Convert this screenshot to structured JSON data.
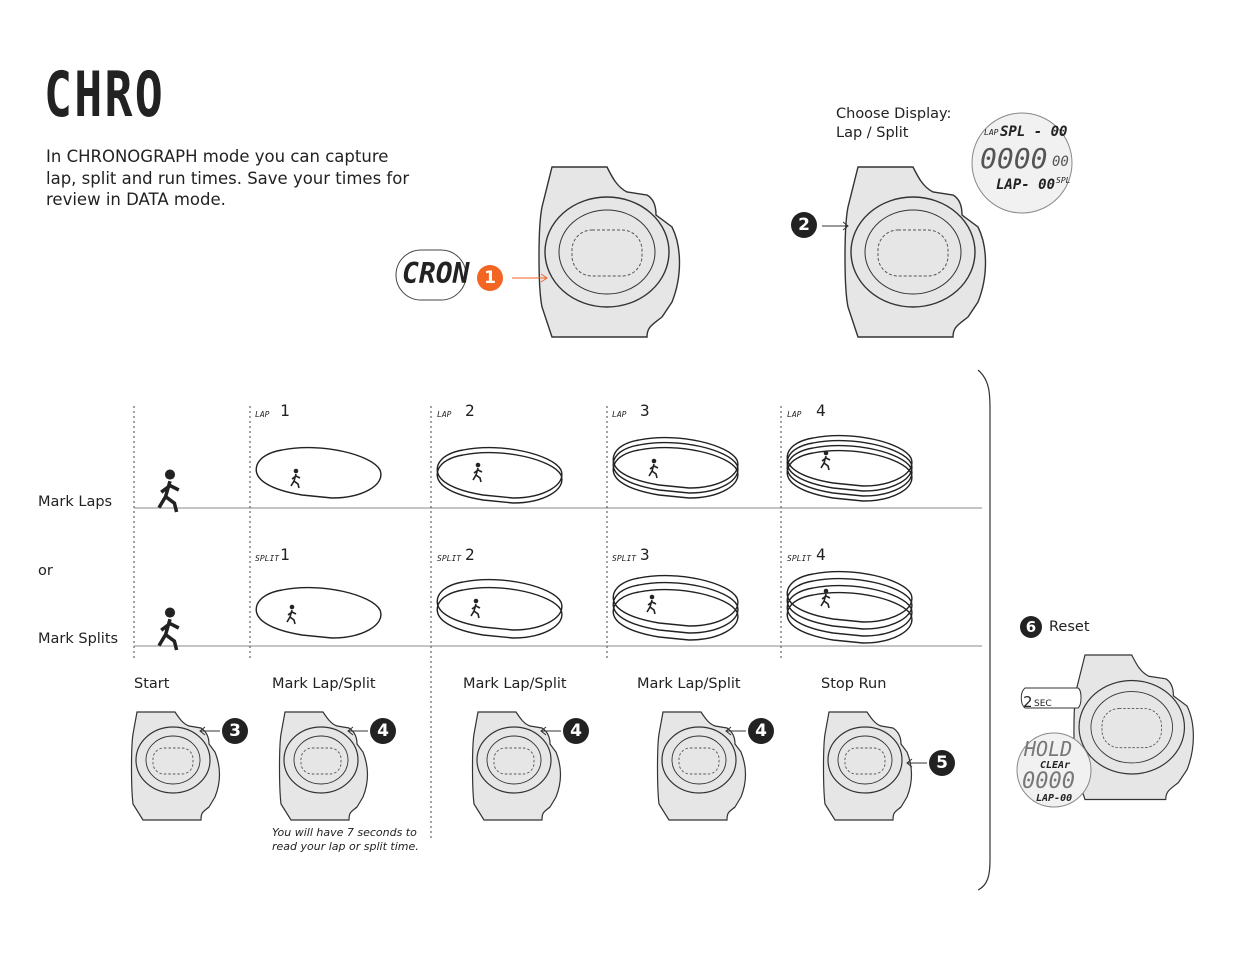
{
  "title": "CHRO",
  "intro": "In CHRONOGRAPH mode you can capture lap, split and run times. Save your times for review in DATA mode.",
  "step1": {
    "number": "1",
    "display_text": "CRON"
  },
  "step2": {
    "number": "2",
    "choose_label_line1": "Choose Display:",
    "choose_label_line2": "Lap / Split",
    "lcd_top": "SPL - 00",
    "lcd_top_tag": "LAP",
    "lcd_mid": "0000",
    "lcd_mid_suffix": "00",
    "lcd_bottom": "LAP- 00",
    "lcd_bottom_tag": "SPL"
  },
  "rows": {
    "laps_label": "Mark Laps",
    "or_label": "or",
    "splits_label": "Mark Splits",
    "lap_tag": "LAP",
    "split_tag": "SPLIT",
    "lap_numbers": [
      "1",
      "2",
      "3",
      "4"
    ],
    "split_numbers": [
      "1",
      "2",
      "3",
      "4"
    ]
  },
  "steps": [
    {
      "label": "Start",
      "number": "3"
    },
    {
      "label": "Mark Lap/Split",
      "number": "4"
    },
    {
      "label": "Mark Lap/Split",
      "number": "4"
    },
    {
      "label": "Mark Lap/Split",
      "number": "4"
    },
    {
      "label": "Stop Run",
      "number": "5"
    }
  ],
  "note": "You will have 7 seconds to read your lap or split time.",
  "reset": {
    "number": "6",
    "label": "Reset",
    "hold_number": "2",
    "hold_unit": "SEC",
    "lcd_top": "HOLD",
    "lcd_mid": "CLEAr",
    "lcd_big": "0000",
    "lcd_bottom": "LAP-00"
  },
  "colors": {
    "accent": "#f26522",
    "watch_fill": "#e6e6e6",
    "line": "#333333"
  }
}
